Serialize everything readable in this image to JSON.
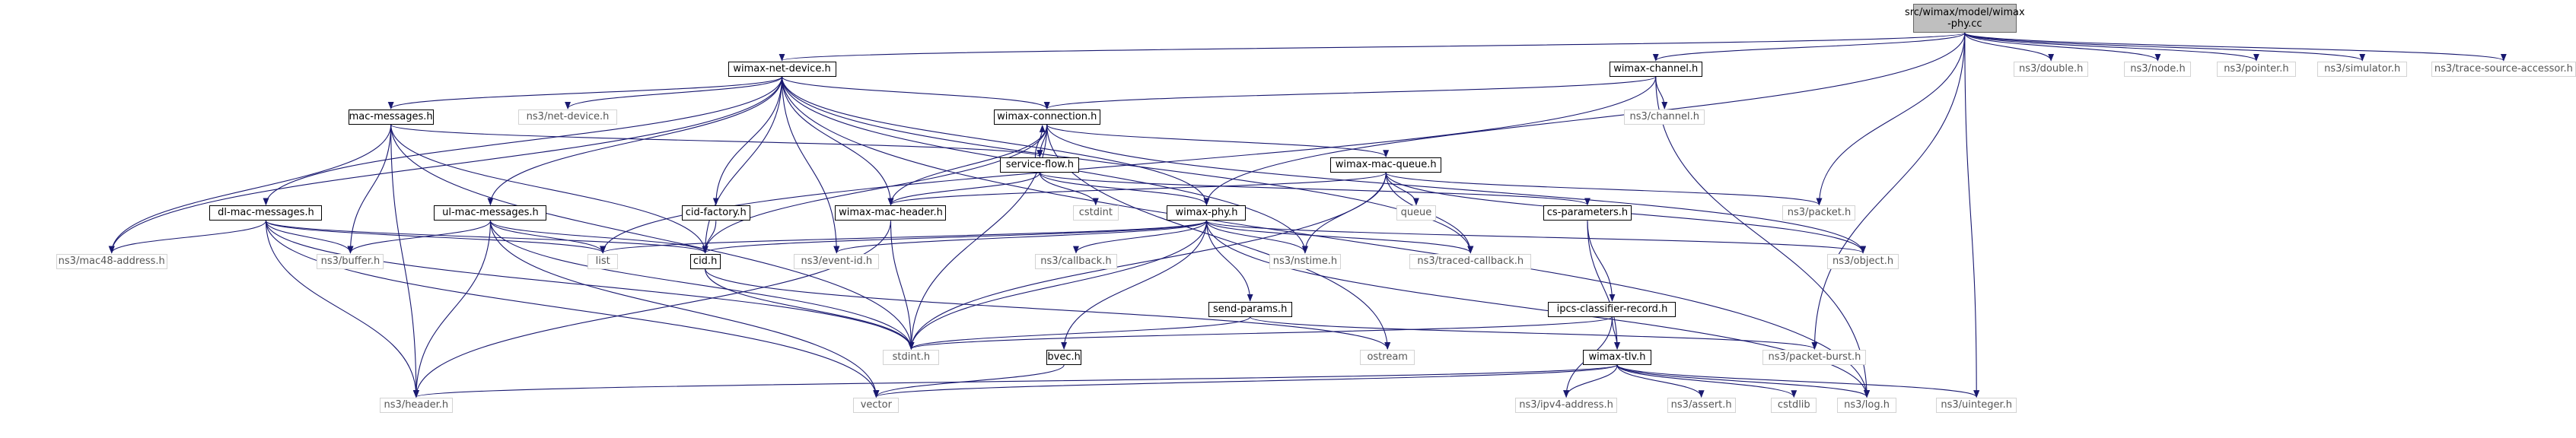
{
  "graph": {
    "root": {
      "line1": "src/wimax/model/wimax",
      "line2": "-phy.cc"
    },
    "labels": {
      "wimax_net_device": "wimax-net-device.h",
      "wimax_channel": "wimax-channel.h",
      "ns3_double": "ns3/double.h",
      "ns3_node": "ns3/node.h",
      "ns3_pointer": "ns3/pointer.h",
      "ns3_simulator": "ns3/simulator.h",
      "ns3_trace_source_accessor": "ns3/trace-source-accessor.h",
      "mac_messages": "mac-messages.h",
      "ns3_net_device": "ns3/net-device.h",
      "wimax_connection": "wimax-connection.h",
      "ns3_channel": "ns3/channel.h",
      "service_flow": "service-flow.h",
      "wimax_mac_queue": "wimax-mac-queue.h",
      "dl_mac_messages": "dl-mac-messages.h",
      "ul_mac_messages": "ul-mac-messages.h",
      "cid_factory": "cid-factory.h",
      "cstdint": "cstdint",
      "wimax_mac_header": "wimax-mac-header.h",
      "wimax_phy": "wimax-phy.h",
      "queue": "queue",
      "cs_parameters": "cs-parameters.h",
      "ns3_packet": "ns3/packet.h",
      "ns3_mac48_address": "ns3/mac48-address.h",
      "ns3_buffer": "ns3/buffer.h",
      "list": "list",
      "cid": "cid.h",
      "ns3_event_id": "ns3/event-id.h",
      "ns3_callback": "ns3/callback.h",
      "ns3_nstime": "ns3/nstime.h",
      "ns3_traced_callback": "ns3/traced-callback.h",
      "ns3_object": "ns3/object.h",
      "send_params": "send-params.h",
      "ipcs_classifier_record": "ipcs-classifier-record.h",
      "stdint": "stdint.h",
      "ostream": "ostream",
      "ns3_packet_burst": "ns3/packet-burst.h",
      "bvec": "bvec.h",
      "wimax_tlv": "wimax-tlv.h",
      "ns3_header": "ns3/header.h",
      "vector": "vector",
      "ns3_ipv4_address": "ns3/ipv4-address.h",
      "ns3_assert": "ns3/assert.h",
      "cstdlib": "cstdlib",
      "ns3_log": "ns3/log.h",
      "ns3_uinteger": "ns3/uinteger.h"
    },
    "edges": [
      [
        "root",
        "wimax_net_device"
      ],
      [
        "root",
        "wimax_channel"
      ],
      [
        "root",
        "ns3_double"
      ],
      [
        "root",
        "ns3_node"
      ],
      [
        "root",
        "ns3_pointer"
      ],
      [
        "root",
        "ns3_simulator"
      ],
      [
        "root",
        "ns3_trace_source_accessor"
      ],
      [
        "root",
        "wimax_phy"
      ],
      [
        "root",
        "ns3_packet"
      ],
      [
        "root",
        "ns3_packet_burst"
      ],
      [
        "root",
        "ns3_uinteger"
      ],
      [
        "wimax_net_device",
        "mac_messages"
      ],
      [
        "wimax_net_device",
        "ns3_net_device"
      ],
      [
        "wimax_net_device",
        "wimax_connection"
      ],
      [
        "wimax_net_device",
        "dl_mac_messages"
      ],
      [
        "wimax_net_device",
        "ul_mac_messages"
      ],
      [
        "wimax_net_device",
        "cid_factory"
      ],
      [
        "wimax_net_device",
        "wimax_mac_header"
      ],
      [
        "wimax_net_device",
        "wimax_phy"
      ],
      [
        "wimax_net_device",
        "ns3_mac48_address"
      ],
      [
        "wimax_net_device",
        "cid"
      ],
      [
        "wimax_net_device",
        "ns3_event_id"
      ],
      [
        "wimax_net_device",
        "ns3_nstime"
      ],
      [
        "wimax_net_device",
        "ns3_traced_callback"
      ],
      [
        "wimax_net_device",
        "ns3_log"
      ],
      [
        "wimax_channel",
        "wimax_connection"
      ],
      [
        "wimax_channel",
        "ns3_channel"
      ],
      [
        "wimax_channel",
        "list"
      ],
      [
        "wimax_channel",
        "ns3_log"
      ],
      [
        "mac_messages",
        "service_flow"
      ],
      [
        "mac_messages",
        "ns3_mac48_address"
      ],
      [
        "mac_messages",
        "ns3_buffer"
      ],
      [
        "mac_messages",
        "cid"
      ],
      [
        "mac_messages",
        "stdint"
      ],
      [
        "mac_messages",
        "ns3_header"
      ],
      [
        "wimax_connection",
        "service_flow"
      ],
      [
        "wimax_connection",
        "wimax_mac_queue"
      ],
      [
        "wimax_connection",
        "wimax_mac_header"
      ],
      [
        "wimax_connection",
        "cid"
      ],
      [
        "wimax_connection",
        "stdint"
      ],
      [
        "wimax_connection",
        "ostream"
      ],
      [
        "wimax_connection",
        "ns3_object"
      ],
      [
        "service_flow",
        "wimax_connection"
      ],
      [
        "service_flow",
        "cstdint"
      ],
      [
        "service_flow",
        "wimax_mac_header"
      ],
      [
        "service_flow",
        "wimax_phy"
      ],
      [
        "service_flow",
        "cs_parameters"
      ],
      [
        "wimax_mac_queue",
        "wimax_mac_header"
      ],
      [
        "wimax_mac_queue",
        "queue"
      ],
      [
        "wimax_mac_queue",
        "ns3_packet"
      ],
      [
        "wimax_mac_queue",
        "ns3_nstime"
      ],
      [
        "wimax_mac_queue",
        "ns3_traced_callback"
      ],
      [
        "wimax_mac_queue",
        "ns3_object"
      ],
      [
        "wimax_mac_queue",
        "stdint"
      ],
      [
        "dl_mac_messages",
        "ns3_mac48_address"
      ],
      [
        "dl_mac_messages",
        "ns3_buffer"
      ],
      [
        "dl_mac_messages",
        "list"
      ],
      [
        "dl_mac_messages",
        "cid"
      ],
      [
        "dl_mac_messages",
        "stdint"
      ],
      [
        "dl_mac_messages",
        "ns3_header"
      ],
      [
        "dl_mac_messages",
        "vector"
      ],
      [
        "ul_mac_messages",
        "ns3_buffer"
      ],
      [
        "ul_mac_messages",
        "list"
      ],
      [
        "ul_mac_messages",
        "cid"
      ],
      [
        "ul_mac_messages",
        "stdint"
      ],
      [
        "ul_mac_messages",
        "ns3_header"
      ],
      [
        "ul_mac_messages",
        "vector"
      ],
      [
        "cid_factory",
        "cid"
      ],
      [
        "wimax_mac_header",
        "stdint"
      ],
      [
        "wimax_mac_header",
        "ns3_header"
      ],
      [
        "wimax_phy",
        "cid"
      ],
      [
        "wimax_phy",
        "list"
      ],
      [
        "wimax_phy",
        "ns3_event_id"
      ],
      [
        "wimax_phy",
        "ns3_callback"
      ],
      [
        "wimax_phy",
        "ns3_nstime"
      ],
      [
        "wimax_phy",
        "ns3_traced_callback"
      ],
      [
        "wimax_phy",
        "ns3_object"
      ],
      [
        "wimax_phy",
        "send_params"
      ],
      [
        "wimax_phy",
        "bvec"
      ],
      [
        "wimax_phy",
        "stdint"
      ],
      [
        "wimax_phy",
        "ns3_log"
      ],
      [
        "cs_parameters",
        "ipcs_classifier_record"
      ],
      [
        "cs_parameters",
        "wimax_tlv"
      ],
      [
        "cid",
        "stdint"
      ],
      [
        "cid",
        "ostream"
      ],
      [
        "send_params",
        "stdint"
      ],
      [
        "send_params",
        "ns3_packet_burst"
      ],
      [
        "ipcs_classifier_record",
        "stdint"
      ],
      [
        "ipcs_classifier_record",
        "wimax_tlv"
      ],
      [
        "ipcs_classifier_record",
        "ns3_ipv4_address"
      ],
      [
        "bvec",
        "vector"
      ],
      [
        "wimax_tlv",
        "ns3_header"
      ],
      [
        "wimax_tlv",
        "vector"
      ],
      [
        "wimax_tlv",
        "ns3_ipv4_address"
      ],
      [
        "wimax_tlv",
        "ns3_assert"
      ],
      [
        "wimax_tlv",
        "cstdlib"
      ],
      [
        "wimax_tlv",
        "ns3_log"
      ],
      [
        "wimax_tlv",
        "ns3_uinteger"
      ]
    ],
    "colors": {
      "edge": "#191970",
      "internal_border": "#000000",
      "external_text": "#555555",
      "root_fill": "#bfbfbf"
    }
  }
}
